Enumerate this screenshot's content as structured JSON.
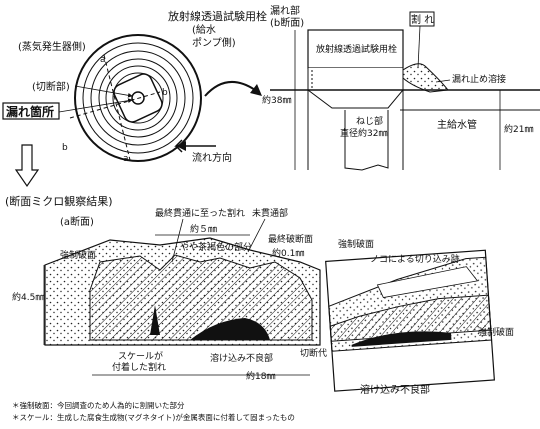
{
  "colors": {
    "ink": "#111111",
    "paper": "#ffffff",
    "stipple": "#222222"
  },
  "top_left": {
    "title": "放射線透過試験用栓",
    "sg_side": "(蒸気発生器側)",
    "pump_side": "(給水\nポンプ側)",
    "pump_side_l1": "(給水",
    "pump_side_l2": "ポンプ側)",
    "cut_part": "(切断部)",
    "leak_spot": "漏れ箇所",
    "flow_dir": "流れ方向",
    "mark_a": "a",
    "mark_b": "b",
    "mark_a2": "a",
    "mark_b2": "b"
  },
  "top_right": {
    "heading_l1": "漏れ部",
    "heading_l2": "(b断面)",
    "plug_label": "放射線透過試験用栓",
    "crack": "割 れ",
    "leak_stop_weld": "漏れ止め溶接",
    "thread_l1": "ねじ部",
    "thread_l2": "直径約32㎜",
    "main_pipe": "主給水管",
    "dim_38": "約38㎜",
    "dim_21": "約21㎜"
  },
  "bottom": {
    "section_title": "(断面ミクロ観察結果)",
    "a_section": "(a断面)",
    "final_crack": "最終貫通に至った割れ",
    "approx_5": "約５㎜",
    "not_penetrated": "未貫通部",
    "brownish": "やや茶褐色の部分",
    "final_fracture": "最終破断面",
    "approx_01": "約0.1㎜",
    "forced_fracture_l": "強制破面",
    "forced_fracture_r": "強制破面",
    "forced_fracture_r2": "強制破面",
    "saw_mark": "ノコによる切り込み跡",
    "approx_45": "約4.5㎜",
    "scale_l1": "スケールが",
    "scale_l2": "付着した割れ",
    "lack_fusion": "溶け込み不良部",
    "lack_fusion_r": "溶け込み不良部",
    "cut_margin": "切断代",
    "approx_18": "約18㎜",
    "note1": "＊強制破面：今回調査のため人為的に割開いた部分",
    "note2": "＊スケール：生成した腐食生成物(マグネタイト)が金属表面に付着して固まったもの"
  }
}
